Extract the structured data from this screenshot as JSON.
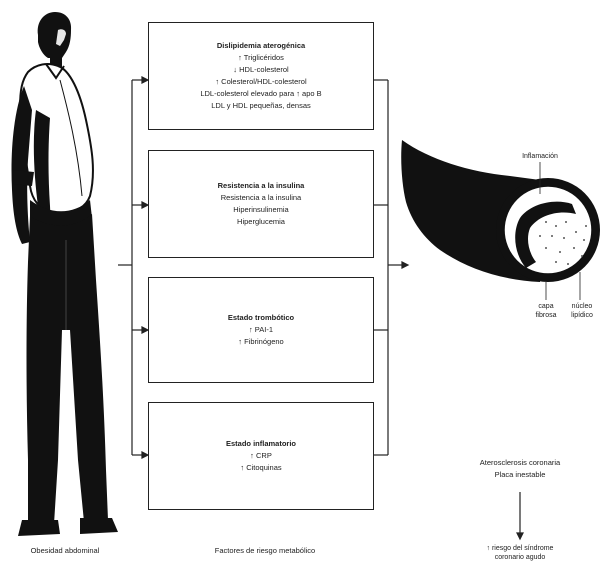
{
  "boxes": [
    {
      "lines": [
        "Dislipidemia aterogénica",
        "↑ Triglicéridos",
        "↓ HDL-colesterol",
        "↑ Colesterol/HDL-colesterol",
        "LDL-colesterol elevado para ↑ apo B",
        "LDL y HDL pequeñas, densas"
      ]
    },
    {
      "lines": [
        "Resistencia a la insulina",
        "Resistencia a la insulina",
        "Hiperinsulinemia",
        "Hiperglucemia"
      ]
    },
    {
      "lines": [
        "Estado trombótico",
        "↑ PAI-1",
        "↑ Fibrinógeno"
      ]
    },
    {
      "lines": [
        "Estado inflamatorio",
        "↑ CRP",
        "↑ Citoquinas"
      ]
    }
  ],
  "captions": {
    "figure": "Obesidad abdominal",
    "factors": "Factores de riesgo metabólico",
    "outcome_line1": "Aterosclerosis coronaria",
    "outcome_line2": "Placa inestable",
    "risk_line1": "↑ riesgo del síndrome",
    "risk_line2": "coronario agudo"
  },
  "artery_labels": {
    "inflammation": "Inflamación",
    "fibrous_cap_1": "capa",
    "fibrous_cap_2": "fibrosa",
    "lipid_core_1": "núcleo",
    "lipid_core_2": "lipídico"
  },
  "icons": {
    "person": "man-silhouette-icon",
    "artery": "artery-cross-section-icon"
  }
}
